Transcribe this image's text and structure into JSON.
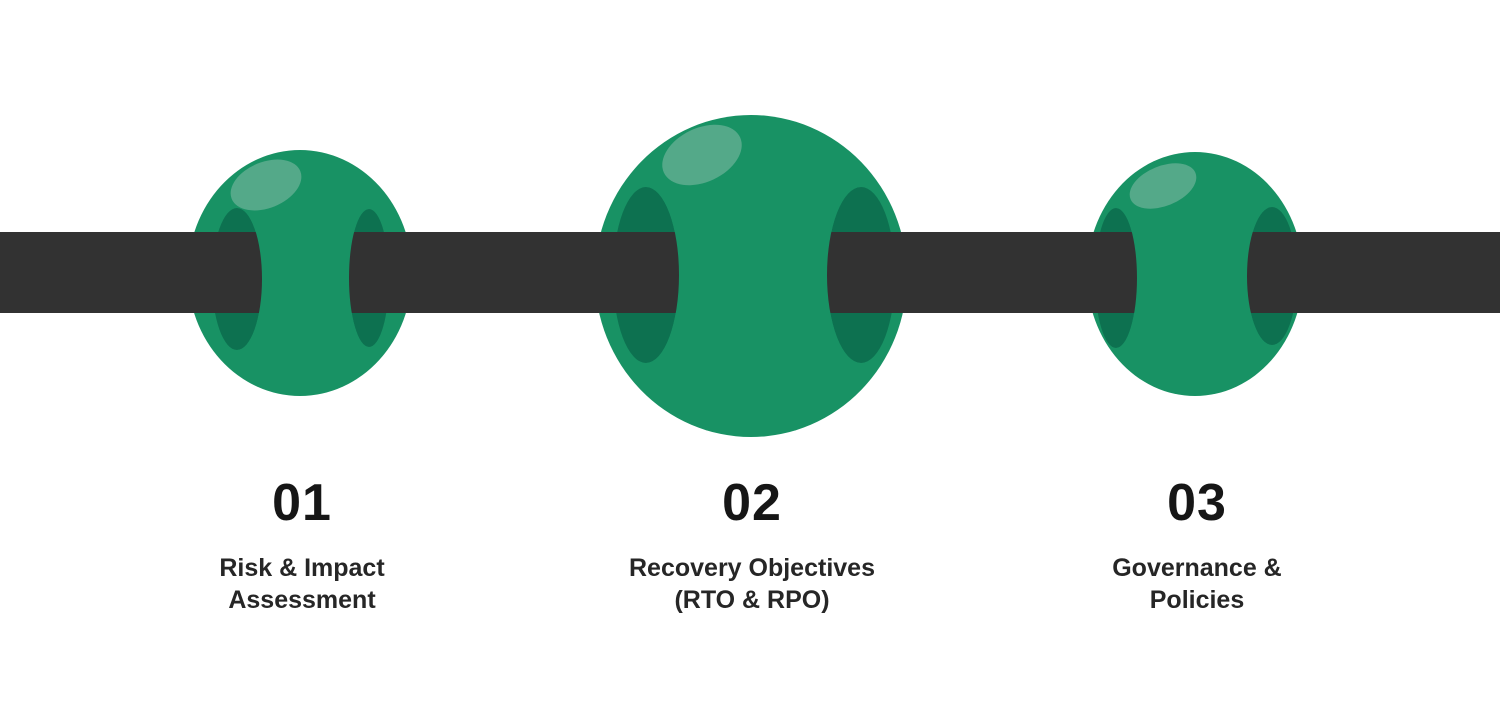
{
  "diagram_type": "process-steps-beads-on-thread",
  "colors": {
    "background": "#ffffff",
    "thread_bar": "#323232",
    "bead_main": "#189264",
    "bead_hole": "#0d7150",
    "bead_highlight": "#54a989",
    "step_number_text": "#161616",
    "step_label_text": "#262626"
  },
  "steps": [
    {
      "number": "01",
      "label_line1": "Risk & Impact",
      "label_line2": "Assessment"
    },
    {
      "number": "02",
      "label_line1": "Recovery Objectives",
      "label_line2": "(RTO & RPO)"
    },
    {
      "number": "03",
      "label_line1": "Governance &",
      "label_line2": "Policies"
    }
  ]
}
